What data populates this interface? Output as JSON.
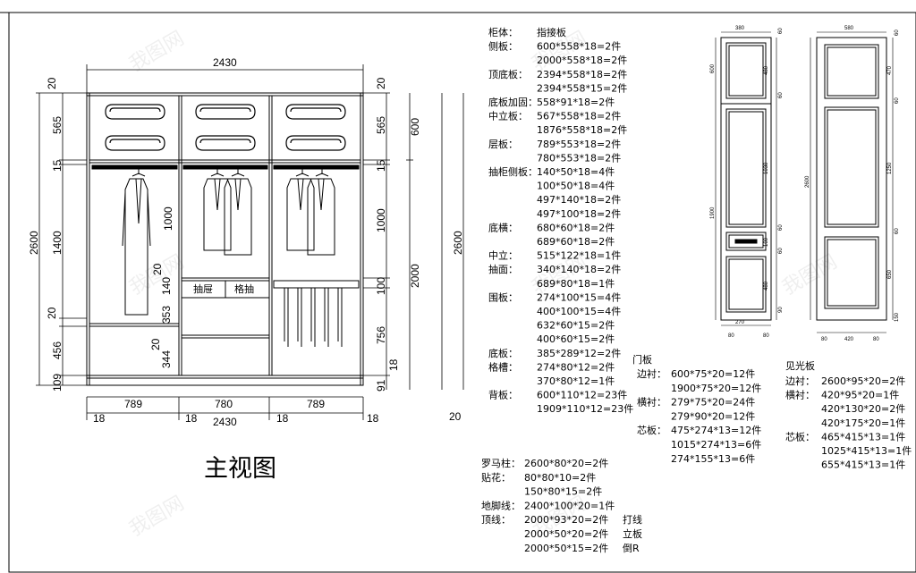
{
  "view_title": "主视图",
  "front_view": {
    "overall_width": "2430",
    "bottom_total": "2430",
    "bay_widths": [
      "789",
      "780",
      "789"
    ],
    "side_thickness": [
      "18",
      "18",
      "18",
      "18"
    ],
    "right_offset": "20",
    "left_dims": [
      "20",
      "565",
      "15",
      "1400",
      "20",
      "456",
      "109"
    ],
    "left_total": "2600",
    "right_dims_a": [
      "20",
      "565",
      "15",
      "1000",
      "100",
      "756",
      "18",
      "91"
    ],
    "right_dims_b": [
      "600",
      "2000"
    ],
    "right_total": "2600",
    "bay2_dims": [
      "1000",
      "20",
      "140",
      "353",
      "20",
      "344"
    ],
    "drawer_labels": [
      "抽屉",
      "格抽"
    ]
  },
  "door_left": {
    "top_width": "380",
    "bottom_width": "270",
    "left_dims": [
      "600",
      "1900"
    ],
    "right_dims": [
      "60",
      "480",
      "60",
      "1030",
      "60",
      "100",
      "60",
      "480",
      "90"
    ],
    "bottom_dims": [
      "80",
      "80"
    ]
  },
  "door_right": {
    "top_width": "580",
    "bottom_width": "420",
    "left_dims": [
      "2600"
    ],
    "right_dims": [
      "60",
      "470",
      "60",
      "1250",
      "60",
      "650",
      "150"
    ],
    "bottom_dims": [
      "80",
      "80"
    ]
  },
  "cabinet_list": [
    {
      "label": "柜体：",
      "value": "指接板"
    },
    {
      "label": "侧板：",
      "value": "600*558*18=2件"
    },
    {
      "label": "",
      "value": "2000*558*18=2件"
    },
    {
      "label": "顶底板：",
      "value": "2394*558*18=2件"
    },
    {
      "label": "",
      "value": "2394*558*15=2件"
    },
    {
      "label": "底板加固：",
      "value": "558*91*18=2件"
    },
    {
      "label": "中立板：",
      "value": "567*558*18=2件"
    },
    {
      "label": "",
      "value": "1876*558*18=2件"
    },
    {
      "label": "层板：",
      "value": "789*553*18=2件"
    },
    {
      "label": "",
      "value": "780*553*18=2件"
    },
    {
      "label": "抽柜侧板：",
      "value": "140*50*18=4件"
    },
    {
      "label": "",
      "value": "100*50*18=4件"
    },
    {
      "label": "",
      "value": "497*140*18=2件"
    },
    {
      "label": "",
      "value": "497*100*18=2件"
    },
    {
      "label": "底横：",
      "value": "680*60*18=2件"
    },
    {
      "label": "",
      "value": "689*60*18=2件"
    },
    {
      "label": "中立：",
      "value": "515*122*18=1件"
    },
    {
      "label": "抽面：",
      "value": "340*140*18=2件"
    },
    {
      "label": "",
      "value": "689*80*18=1件"
    },
    {
      "label": "围板：",
      "value": "274*100*15=4件"
    },
    {
      "label": "",
      "value": "400*100*15=4件"
    },
    {
      "label": "",
      "value": "632*60*15=2件"
    },
    {
      "label": "",
      "value": "400*60*15=2件"
    },
    {
      "label": "底板：",
      "value": "385*289*12=2件"
    },
    {
      "label": "格槽：",
      "value": "274*80*12=2件"
    },
    {
      "label": "",
      "value": "370*80*12=1件"
    },
    {
      "label": "背板：",
      "value": "600*110*12=23件"
    },
    {
      "label": "",
      "value": "1909*110*12=23件"
    }
  ],
  "extra_list": [
    {
      "label": "罗马柱：",
      "value": "2600*80*20=2件",
      "note": ""
    },
    {
      "label": "贴花：",
      "value": "80*80*10=2件",
      "note": ""
    },
    {
      "label": "",
      "value": "150*80*15=2件",
      "note": ""
    },
    {
      "label": "地脚线：",
      "value": "2400*100*20=1件",
      "note": ""
    },
    {
      "label": "顶线：",
      "value": "2000*93*20=2件",
      "note": "打线"
    },
    {
      "label": "",
      "value": "2000*50*20=2件",
      "note": "立板"
    },
    {
      "label": "",
      "value": "2000*50*15=2件",
      "note": "倒R"
    }
  ],
  "door_list": {
    "heading": "门板",
    "rows": [
      {
        "label": "边衬：",
        "value": "600*75*20=12件"
      },
      {
        "label": "",
        "value": "1900*75*20=12件"
      },
      {
        "label": "横衬：",
        "value": "279*75*20=24件"
      },
      {
        "label": "",
        "value": "279*90*20=12件"
      },
      {
        "label": "芯板：",
        "value": "475*274*13=12件"
      },
      {
        "label": "",
        "value": "1015*274*13=6件"
      },
      {
        "label": "",
        "value": "274*155*13=6件"
      }
    ]
  },
  "side_panel_list": {
    "heading": "见光板",
    "rows": [
      {
        "label": "边衬：",
        "value": "2600*95*20=2件"
      },
      {
        "label": "横衬：",
        "value": "420*95*20=1件"
      },
      {
        "label": "",
        "value": "420*130*20=2件"
      },
      {
        "label": "",
        "value": "420*175*20=1件"
      },
      {
        "label": "芯板：",
        "value": "465*415*13=1件"
      },
      {
        "label": "",
        "value": "1025*415*13=1件"
      },
      {
        "label": "",
        "value": "655*415*13=1件"
      }
    ]
  },
  "watermark": "我图网"
}
